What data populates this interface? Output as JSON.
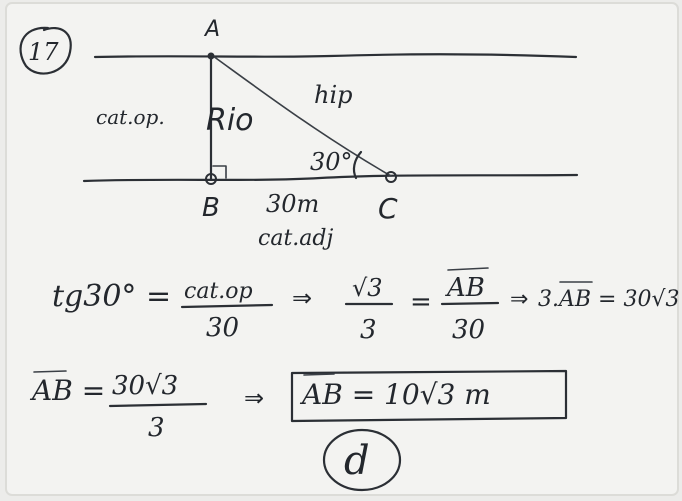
{
  "problem_number": "17",
  "diagram": {
    "vertex_a": "A",
    "vertex_b": "B",
    "vertex_c": "C",
    "river_label": "Rio",
    "opposite_leg_label": "cat.op.",
    "hypotenuse_label": "hip",
    "angle_label": "30°",
    "base_length": "30m",
    "adjacent_leg_label": "cat.adj"
  },
  "equation1": {
    "lhs": "tg30° =",
    "frac1_num": "cat.op",
    "frac1_den": "30",
    "arrow1": "⇒",
    "frac2_num": "√3",
    "frac2_den": "3",
    "eq": "=",
    "frac3_num": "AB",
    "frac3_den": "30",
    "arrow2": "⇒",
    "result": "3.AB = 30√3"
  },
  "equation2": {
    "lhs": "AB =",
    "frac_num": "30√3",
    "frac_den": "3",
    "arrow": "⇒",
    "boxed_answer": "AB = 10√3 m"
  },
  "answer_letter": "d",
  "colors": {
    "paper": "#f3f3f1",
    "ink": "#2b2f35"
  }
}
